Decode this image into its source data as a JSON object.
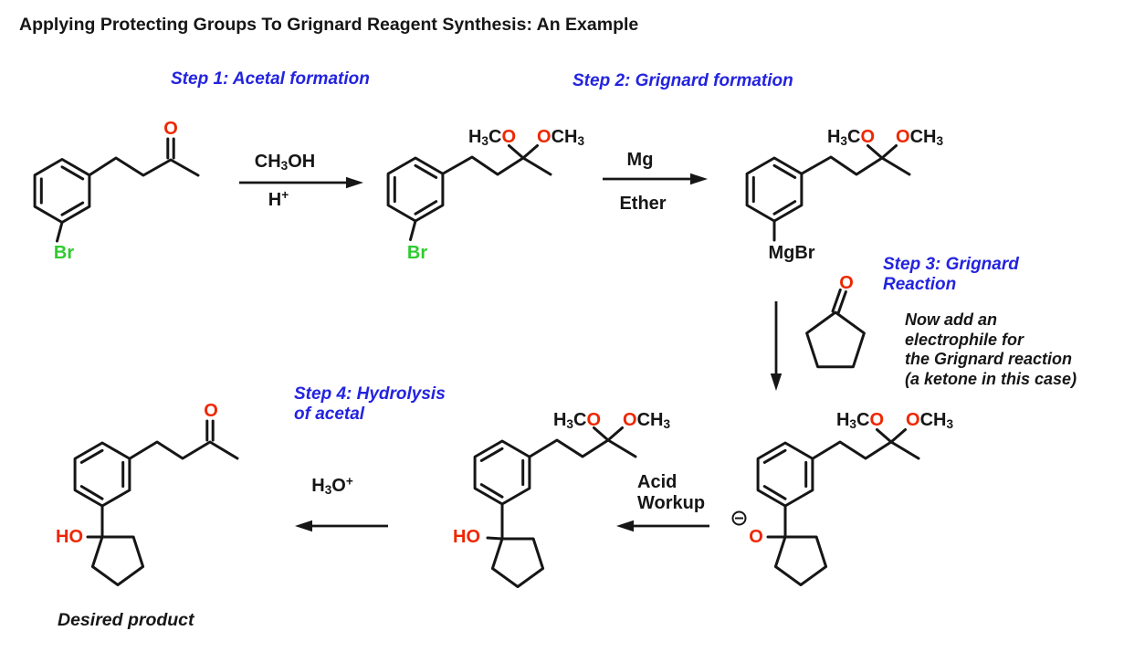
{
  "colors": {
    "ink": "#161616",
    "red": "#ee2600",
    "green": "#2fcb2f",
    "blue": "#2323e0",
    "background": "#ffffff"
  },
  "header": {
    "title": "Applying Protecting Groups To Grignard Reagent Synthesis: An Example"
  },
  "step_labels": {
    "step1": "Step 1: Acetal formation",
    "step2": "Step 2: Grignard formation",
    "step3": [
      "Step 3: Grignard",
      "Reaction"
    ],
    "step4": [
      "Step 4: Hydrolysis",
      "of acetal"
    ]
  },
  "notes": {
    "electrophile": [
      "Now add an",
      "electrophile for",
      "the Grignard reaction",
      "(a ketone in this case)"
    ],
    "desired_product": "Desired product"
  },
  "reagents": {
    "ch3oh": [
      {
        "t": "CH"
      },
      {
        "t": "3",
        "s": "sub"
      },
      {
        "t": "OH"
      }
    ],
    "h_plus": [
      {
        "t": "H"
      },
      {
        "t": "+",
        "s": "sup"
      }
    ],
    "mg": "Mg",
    "ether": "Ether",
    "acid_workup": [
      "Acid",
      "Workup"
    ],
    "h3o_plus": [
      {
        "t": "H"
      },
      {
        "t": "3",
        "s": "sub"
      },
      {
        "t": "O"
      },
      {
        "t": "+",
        "s": "sup"
      }
    ]
  },
  "atoms": {
    "carbonyl_o": "O",
    "bromine": "Br",
    "mgbr": "MgBr",
    "h3co": [
      {
        "t": "H"
      },
      {
        "t": "3",
        "s": "sub"
      },
      {
        "t": "C"
      },
      {
        "t": "O",
        "c": "red"
      }
    ],
    "och3": [
      {
        "t": "O",
        "c": "red"
      },
      {
        "t": "CH"
      },
      {
        "t": "3",
        "s": "sub"
      }
    ],
    "hydroxyl": "HO",
    "alkoxide_o": "O"
  }
}
